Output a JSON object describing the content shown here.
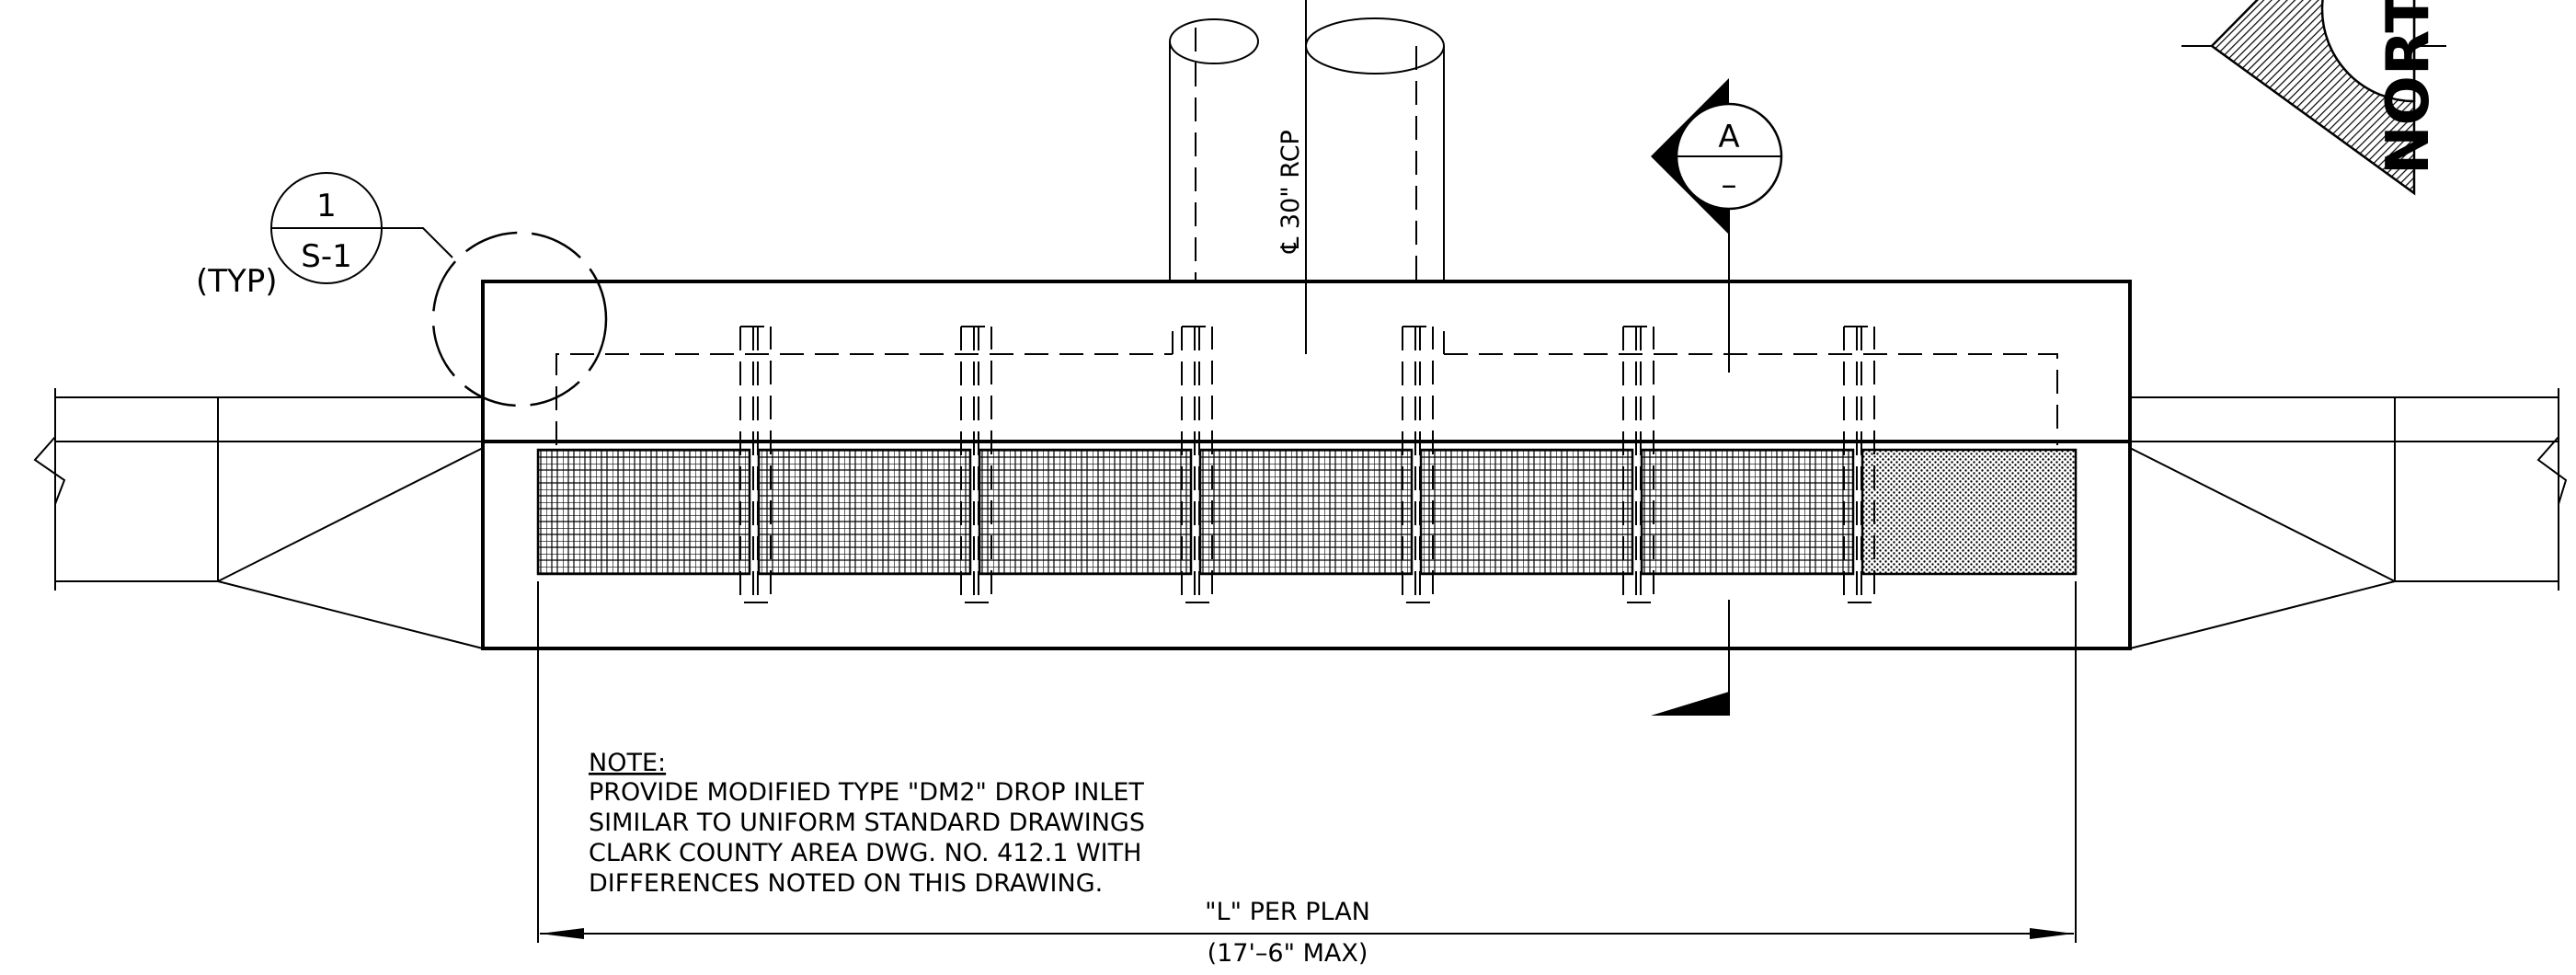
{
  "callout_detail": {
    "number": "1",
    "sheet": "S-1",
    "qualifier": "(TYP)"
  },
  "section_marker": {
    "letter": "A",
    "sheet": "–"
  },
  "pipe_label": "℄ 30\" RCP",
  "north_label": "NORT",
  "note": {
    "heading": "NOTE:",
    "lines": [
      "PROVIDE MODIFIED TYPE \"DM2\" DROP INLET",
      "SIMILAR TO UNIFORM STANDARD DRAWINGS",
      "CLARK COUNTY AREA DWG. NO. 412.1 WITH",
      "DIFFERENCES NOTED ON THIS DRAWING."
    ]
  },
  "dimension": {
    "label": "\"L\" PER PLAN",
    "max": "(17'–6\" MAX)"
  }
}
